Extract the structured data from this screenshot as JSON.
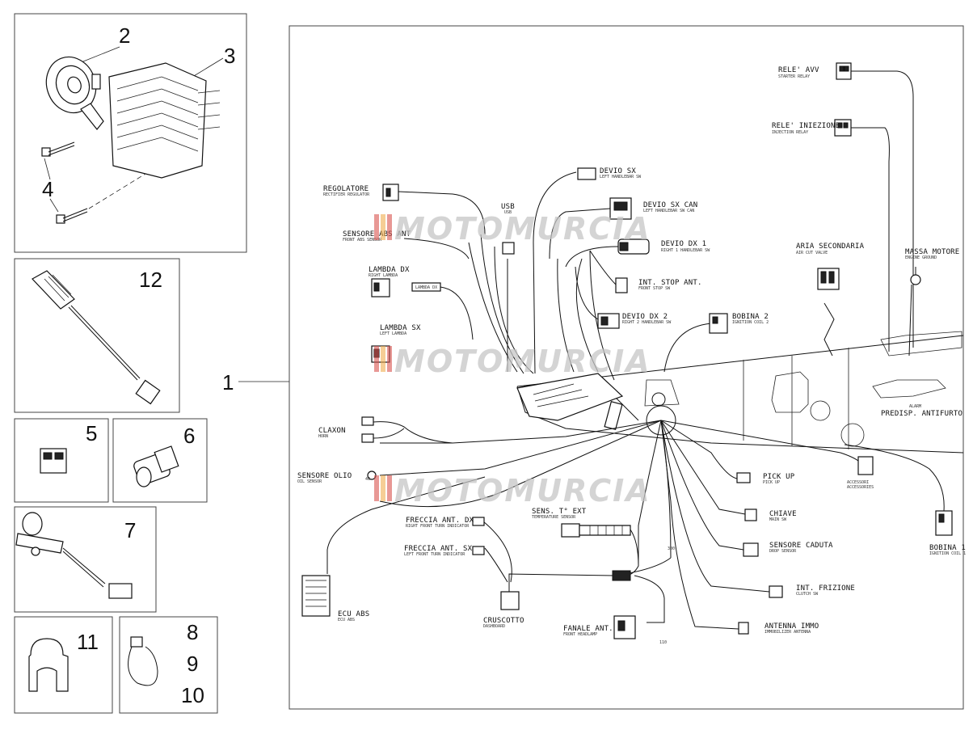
{
  "callouts": {
    "n1": "1",
    "n2": "2",
    "n3": "3",
    "n4": "4",
    "n5": "5",
    "n6": "6",
    "n7": "7",
    "n8": "8",
    "n9": "9",
    "n10": "10",
    "n11": "11",
    "n12": "12"
  },
  "watermark": "MOTOMURCIA",
  "labels": {
    "rele_avv": "RELE' AVV",
    "rele_avv_sub": "STARTER RELAY",
    "rele_iniezione": "RELE' INIEZIONE",
    "rele_iniezione_sub": "INJECTION RELAY",
    "regolatore": "REGOLATORE",
    "regolatore_sub": "RECTIFIER REGULATOR",
    "usb": "USB",
    "usb_sub": "USB",
    "devio_sx": "DEVIO SX",
    "devio_sx_sub": "LEFT HANDLEBAR SW",
    "devio_sx_can": "DEVIO SX CAN",
    "devio_sx_can_sub": "LEFT HANDLEBAR SW CAN",
    "sensore_abs": "SENSORE ABS ANT",
    "sensore_abs_sub": "FRONT ABS SENSOR",
    "devio_dx1": "DEVIO DX 1",
    "devio_dx1_sub": "RIGHT 1 HANDLEBAR SW",
    "lambda_dx": "LAMBDA DX",
    "lambda_dx_sub": "RIGHT LAMBDA",
    "lambda_dx_tag": "LAMBDA DX",
    "int_stop": "INT. STOP ANT.",
    "int_stop_sub": "FRONT STOP SW",
    "aria_secondaria": "ARIA SECONDARIA",
    "aria_secondaria_sub": "AIR CUT VALVE",
    "massa_motore": "MASSA MOTORE",
    "massa_motore_sub": "ENGINE GROUND",
    "bobina2": "BOBINA 2",
    "bobina2_sub": "IGNITION COIL 2",
    "devio_dx2": "DEVIO DX 2",
    "devio_dx2_sub": "RIGHT 2 HANDLEBAR SW",
    "lambda_sx": "LAMBDA SX",
    "lambda_sx_sub": "LEFT LAMBDA",
    "alarm": "ALARM",
    "predisp": "PREDISP. ANTIFURTO",
    "claxon": "CLAXON",
    "claxon_sub": "HORN",
    "sensore_olio": "SENSORE OLIO",
    "sensore_olio_sub": "OIL SENSOR",
    "pick_up": "PICK UP",
    "pick_up_sub": "PICK UP",
    "accessori": "ACCESSORI",
    "accessori_sub": "ACCESSORIES",
    "bobina1": "BOBINA 1",
    "bobina1_sub": "IGNITION COIL 1",
    "freccia_dx": "FRECCIA ANT. DX",
    "freccia_dx_sub": "RIGHT FRONT TURN INDICATOR",
    "freccia_sx": "FRECCIA ANT. SX",
    "freccia_sx_sub": "LEFT FRONT TURN INDICATOR",
    "sens_temp": "SENS. T° EXT",
    "sens_temp_sub": "TEMPERATURE SENSOR",
    "chiave": "CHIAVE",
    "chiave_sub": "MAIN SW",
    "sensore_caduta": "SENSORE CADUTA",
    "sensore_caduta_sub": "DROP SENSOR",
    "int_frizione": "INT. FRIZIONE",
    "int_frizione_sub": "CLUTCH SW",
    "cruscotto": "CRUSCOTTO",
    "cruscotto_sub": "DASHBOARD",
    "fanale_ant": "FANALE ANT.",
    "fanale_ant_sub": "FRONT HEADLAMP",
    "antenna_imm": "ANTENNA IMMO",
    "antenna_imm_sub": "IMMOBILIZER ANTENNA",
    "ecu_abs": "ECU ABS",
    "ecu_abs_sub": "ECU ABS",
    "dim_40": "40",
    "dim_300": "300",
    "dim_110": "110"
  }
}
